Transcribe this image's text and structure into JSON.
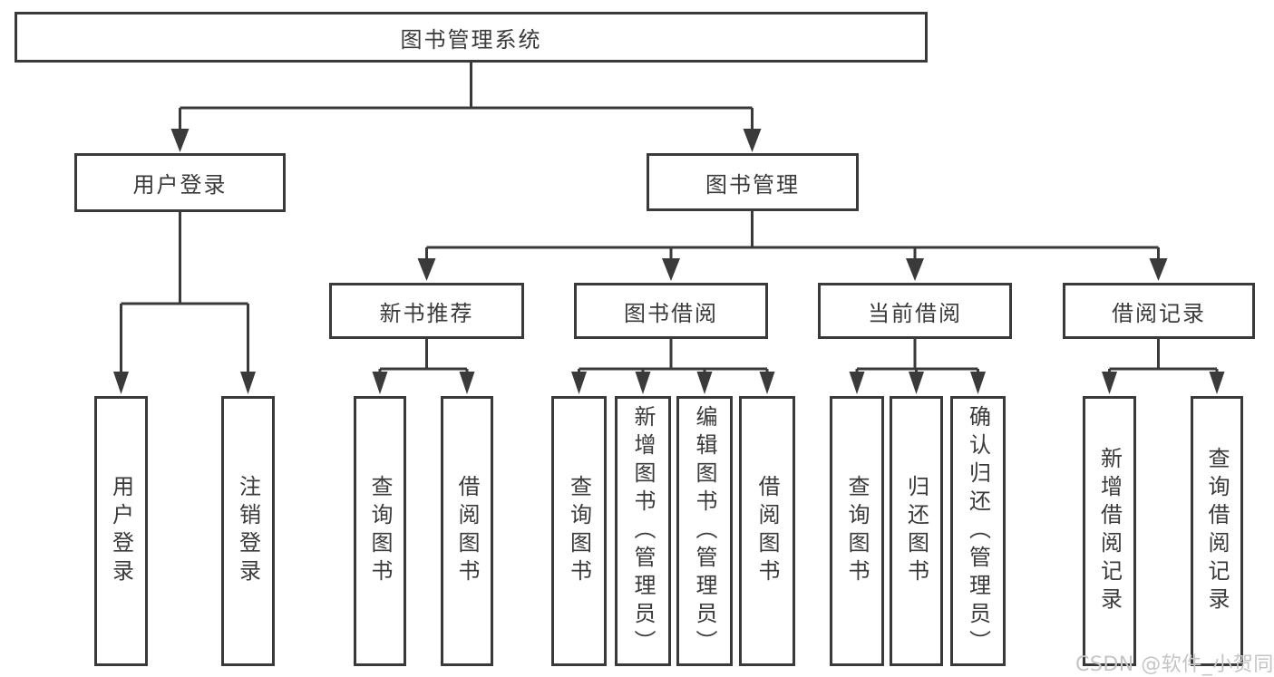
{
  "colors": {
    "line": "#3a3a3a",
    "box_border": "#3a3a3a",
    "box_fill": "#ffffff",
    "text": "#3a3a3a",
    "watermark": "#c5c5c5",
    "background": "#ffffff"
  },
  "tree": {
    "root": {
      "label": "图书管理系统",
      "children": [
        {
          "label": "用户登录",
          "children": [
            {
              "label": "用户登录"
            },
            {
              "label": "注销登录"
            }
          ]
        },
        {
          "label": "图书管理",
          "children": [
            {
              "label": "新书推荐",
              "children": [
                {
                  "label": "查询图书"
                },
                {
                  "label": "借阅图书"
                }
              ]
            },
            {
              "label": "图书借阅",
              "children": [
                {
                  "label": "查询图书"
                },
                {
                  "label": "新增图书（管理员）"
                },
                {
                  "label": "编辑图书（管理员）"
                },
                {
                  "label": "借阅图书"
                }
              ]
            },
            {
              "label": "当前借阅",
              "children": [
                {
                  "label": "查询图书"
                },
                {
                  "label": "归还图书"
                },
                {
                  "label": "确认归还（管理员）"
                }
              ]
            },
            {
              "label": "借阅记录",
              "children": [
                {
                  "label": "新增借阅记录"
                },
                {
                  "label": "查询借阅记录"
                }
              ]
            }
          ]
        }
      ]
    }
  },
  "watermark": {
    "text": "CSDN @软件_小贺同学"
  }
}
